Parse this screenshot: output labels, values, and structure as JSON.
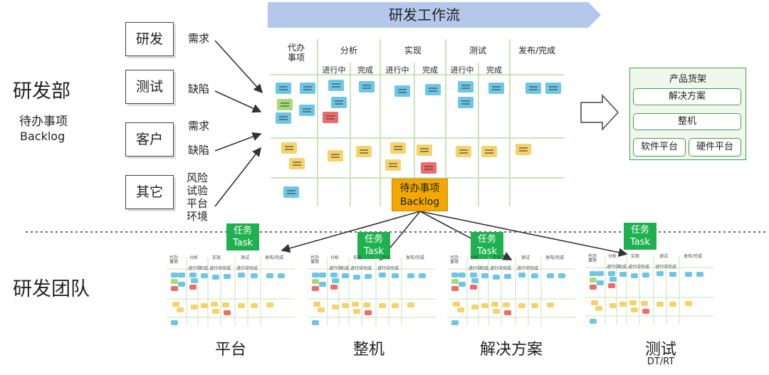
{
  "banner": {
    "title": "研发工作流",
    "color": "#b4c8ec"
  },
  "department": {
    "title": "研发部",
    "backlog_cn": "待办事项",
    "backlog_en": "Backlog"
  },
  "sources": [
    {
      "label": "研发",
      "notes": [
        "需求"
      ]
    },
    {
      "label": "测试",
      "notes": [
        "缺陷"
      ]
    },
    {
      "label": "客户",
      "notes": [
        "需求",
        "缺陷"
      ]
    },
    {
      "label": "其它",
      "notes": [
        "风险",
        "试验",
        "平台",
        "环境"
      ]
    }
  ],
  "board": {
    "columns": [
      {
        "label": "代办\n事项",
        "sub": []
      },
      {
        "label": "分析",
        "sub": [
          "进行中",
          "完成"
        ]
      },
      {
        "label": "实现",
        "sub": [
          "进行中",
          "完成"
        ]
      },
      {
        "label": "测试",
        "sub": [
          "进行中",
          "完成"
        ]
      },
      {
        "label": "发布/完成",
        "sub": []
      }
    ],
    "backlog_cn": "待办事项",
    "backlog_en": "Backlog",
    "backlog_color": "#f2a800"
  },
  "shelf": {
    "title": "产品货架",
    "items": [
      "解决方案",
      "整机",
      "软件平台",
      "硬件平台"
    ]
  },
  "team": {
    "title": "研发团队"
  },
  "task": {
    "cn": "任务",
    "en": "Task",
    "color": "#1fb14f"
  },
  "teams": [
    {
      "name": "平台",
      "sub": ""
    },
    {
      "name": "整机",
      "sub": ""
    },
    {
      "name": "解决方案",
      "sub": ""
    },
    {
      "name": "测试",
      "sub": "DT/RT"
    }
  ],
  "mini_board": {
    "columns": [
      "代办\n事项",
      "分析",
      "实现",
      "测试",
      "发布/完成"
    ],
    "subs": [
      "进行中",
      "完成",
      "进行中",
      "完成",
      "进行中",
      "完成"
    ]
  },
  "colors": {
    "card_blue": "#6ec6e6",
    "card_yellow": "#f6d36a",
    "card_red": "#ee6b6b",
    "card_green": "#a5dc7a",
    "grid": "#b9dca6"
  }
}
